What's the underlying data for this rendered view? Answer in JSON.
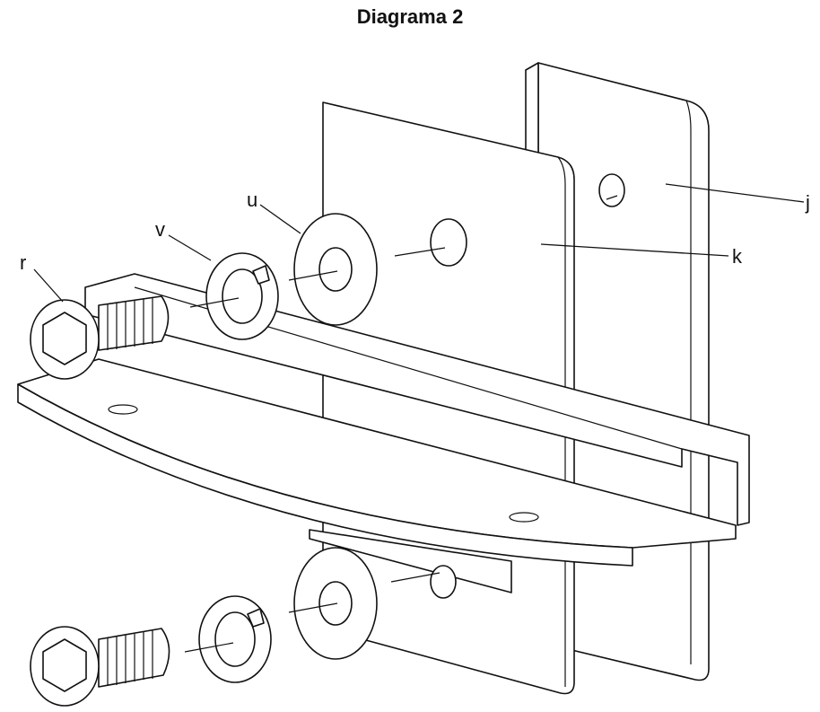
{
  "title": "Diagrama 2",
  "labels": {
    "j": "j",
    "k": "k",
    "u": "u",
    "v": "v",
    "r": "r"
  }
}
